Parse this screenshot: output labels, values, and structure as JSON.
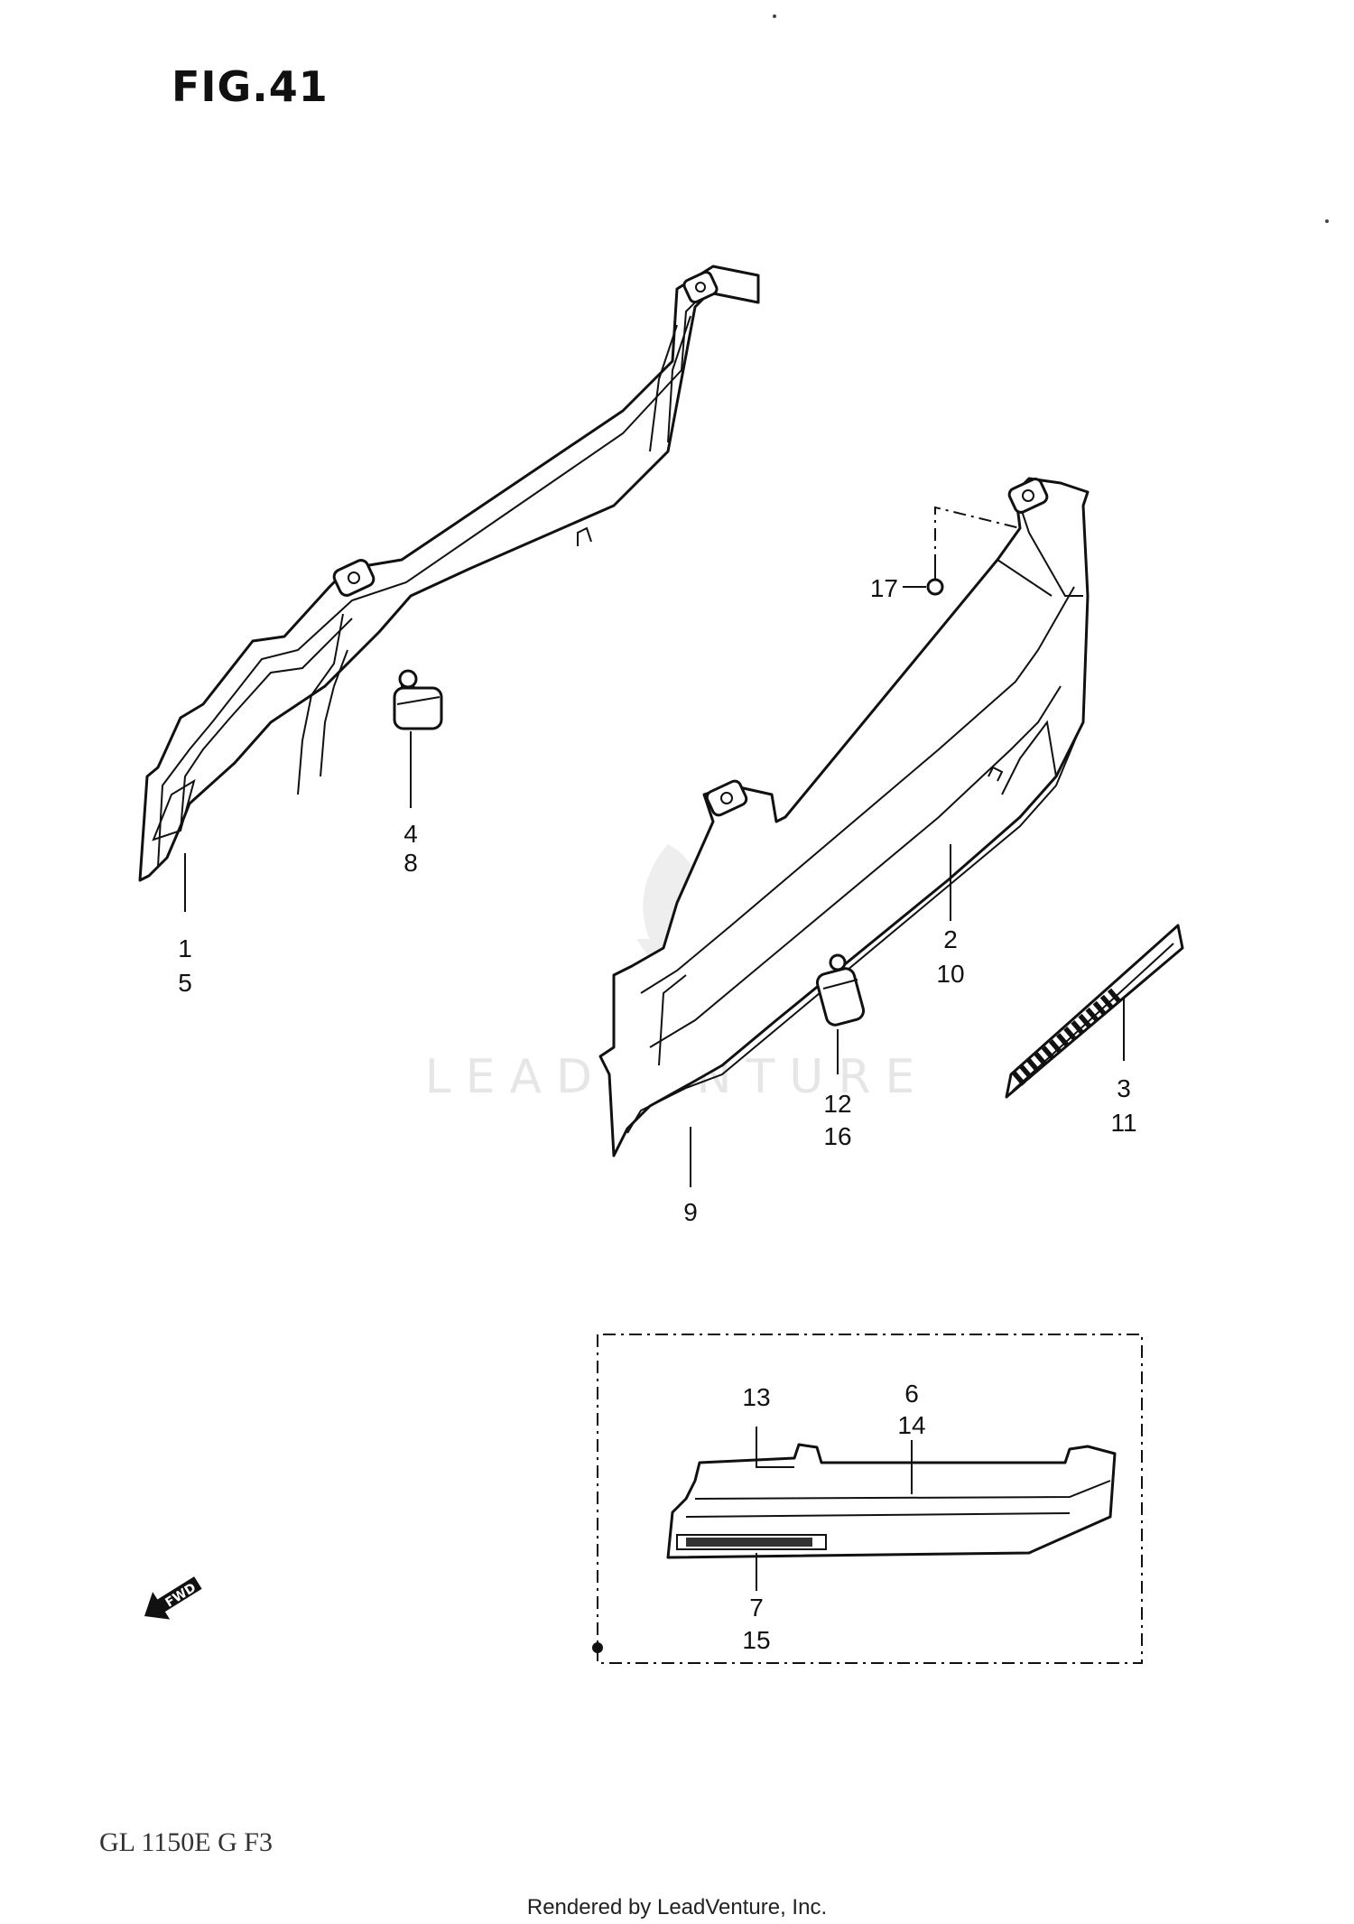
{
  "figure": {
    "title": "FIG.41",
    "model_code": "GL 1150E G F3",
    "footer_credit": "Rendered by LeadVenture, Inc.",
    "watermark": "LEADVENTURE",
    "fwd_label": "FWD"
  },
  "callouts": [
    {
      "id": "c1",
      "label": "1"
    },
    {
      "id": "c5",
      "label": "5"
    },
    {
      "id": "c4",
      "label": "4"
    },
    {
      "id": "c8",
      "label": "8"
    },
    {
      "id": "c17",
      "label": "17"
    },
    {
      "id": "c2",
      "label": "2"
    },
    {
      "id": "c10",
      "label": "10"
    },
    {
      "id": "c3",
      "label": "3"
    },
    {
      "id": "c11",
      "label": "11"
    },
    {
      "id": "c12",
      "label": "12"
    },
    {
      "id": "c16",
      "label": "16"
    },
    {
      "id": "c9",
      "label": "9"
    },
    {
      "id": "c13",
      "label": "13"
    },
    {
      "id": "c6",
      "label": "6"
    },
    {
      "id": "c14",
      "label": "14"
    },
    {
      "id": "c7",
      "label": "7"
    },
    {
      "id": "c15",
      "label": "15"
    }
  ]
}
